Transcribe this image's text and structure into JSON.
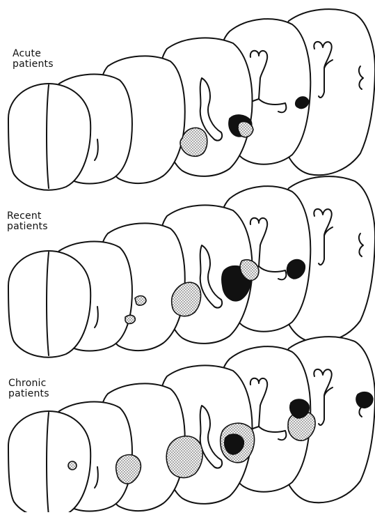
{
  "rows": [
    {
      "id": "acute",
      "label_lines": [
        "Acute",
        "patients"
      ]
    },
    {
      "id": "recent",
      "label_lines": [
        "Recent",
        "patients"
      ]
    },
    {
      "id": "chronic",
      "label_lines": [
        "Chronic",
        "patients"
      ]
    }
  ],
  "colors": {
    "ink": "#111111",
    "background": "#ffffff",
    "stipple": "#9a9a9a"
  },
  "legend_note": ""
}
